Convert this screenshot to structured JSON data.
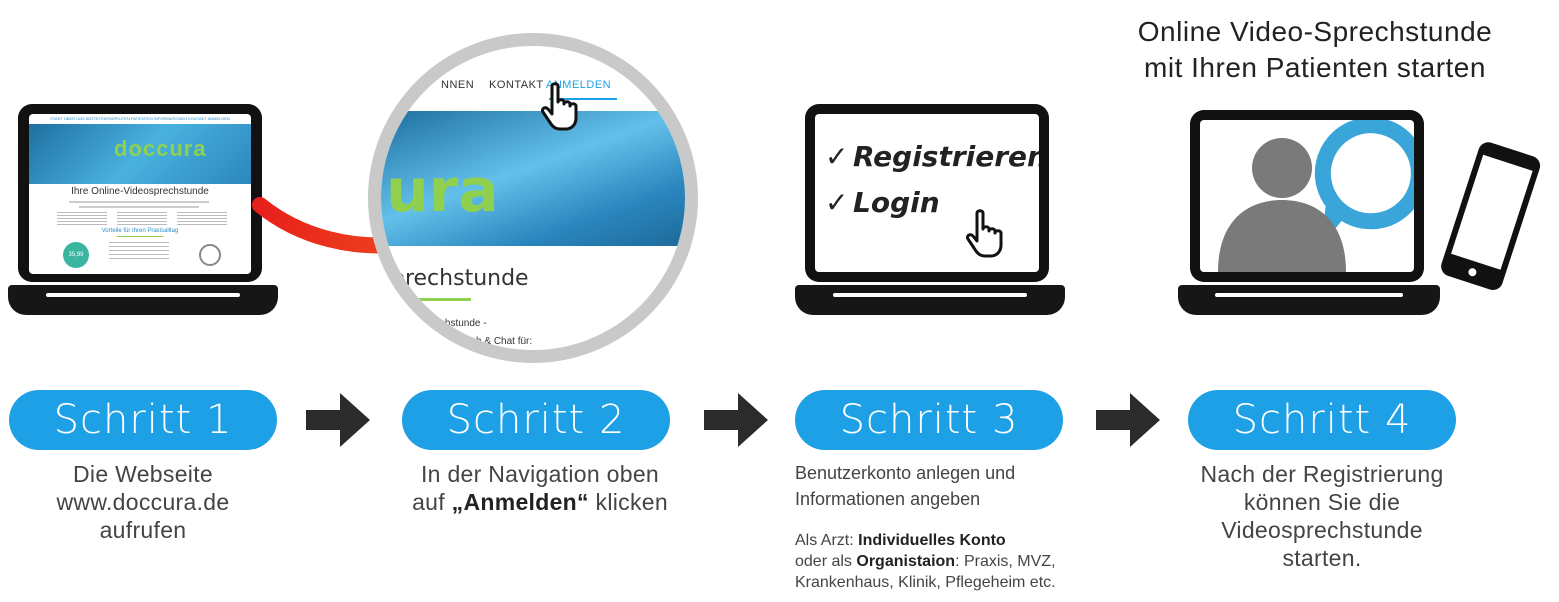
{
  "headline": {
    "line1": "Online Video-Sprechstunde",
    "line2": "mit Ihren Patienten starten"
  },
  "steps": [
    {
      "label": "Schritt 1",
      "desc_lines": [
        "Die Webseite",
        "www.doccura.de",
        "aufrufen"
      ]
    },
    {
      "label": "Schritt 2",
      "desc_line1": "In der Navigation oben",
      "desc_prefix": "auf ",
      "desc_bold": "„Anmelden“",
      "desc_suffix": " klicken"
    },
    {
      "label": "Schritt 3",
      "desc_lines": [
        "Benutzerkonto anlegen und",
        "Informationen angeben"
      ],
      "small_arzt_prefix": "Als Arzt: ",
      "small_arzt_bold": "Individuelles Konto",
      "small_org_prefix": "oder als ",
      "small_org_bold": "Organistaion",
      "small_org_suffix": ": Praxis, MVZ,",
      "small_line3": "Krankenhaus, Klinik, Pflegeheim etc."
    },
    {
      "label": "Schritt 4",
      "desc_lines": [
        "Nach der Registrierung",
        "können Sie die",
        "Videosprechstunde",
        "starten."
      ]
    }
  ],
  "laptop1_site": {
    "nav": "START  ÜBER UNS  ÄRZTE/THERAPEUTEN  PATIENTEN  INFORMATIONEN  KONTAKT  ANMELDEN",
    "logo": "doccura",
    "title": "Ihre Online-Videosprechstunde",
    "subtitle": "Vorteile für Ihren Praxisalltag",
    "badge": "35,99"
  },
  "magnifier": {
    "nav_partial": "NNEN",
    "nav_contact": "KONTAKT",
    "nav_login": "ANMELDEN",
    "logo_partial": "ura",
    "heading_partial": "prechstunde",
    "small1": "rechstunde -",
    "small2": "austausch & Chat für:"
  },
  "laptop3": {
    "check": "✓",
    "item1": "Registrieren",
    "item2": "Login"
  },
  "colors": {
    "pill": "#1ea0e6",
    "accent_green": "#8fd14f",
    "arrow_red": "#e8201c",
    "arrow_orange": "#f06a1c",
    "dark": "#161616"
  }
}
